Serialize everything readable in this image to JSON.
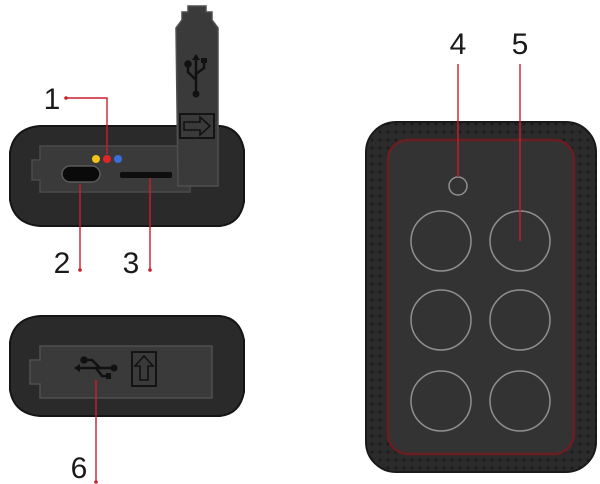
{
  "callouts": [
    {
      "id": "1",
      "label": "1"
    },
    {
      "id": "2",
      "label": "2"
    },
    {
      "id": "3",
      "label": "3"
    },
    {
      "id": "4",
      "label": "4"
    },
    {
      "id": "5",
      "label": "5"
    },
    {
      "id": "6",
      "label": "6"
    }
  ],
  "colors": {
    "device_body": "#2a2a2a",
    "device_edge": "#151515",
    "panel": "#3a3a3a",
    "panel_inner": "#333333",
    "leader_line": "#cc1f2a",
    "led_yellow": "#f2c318",
    "led_red": "#e0242c",
    "led_blue": "#3a6fd8",
    "button_outline": "#8f8f8f"
  },
  "icons": [
    "usb-icon",
    "arrow-right-icon",
    "arrow-up-icon"
  ]
}
